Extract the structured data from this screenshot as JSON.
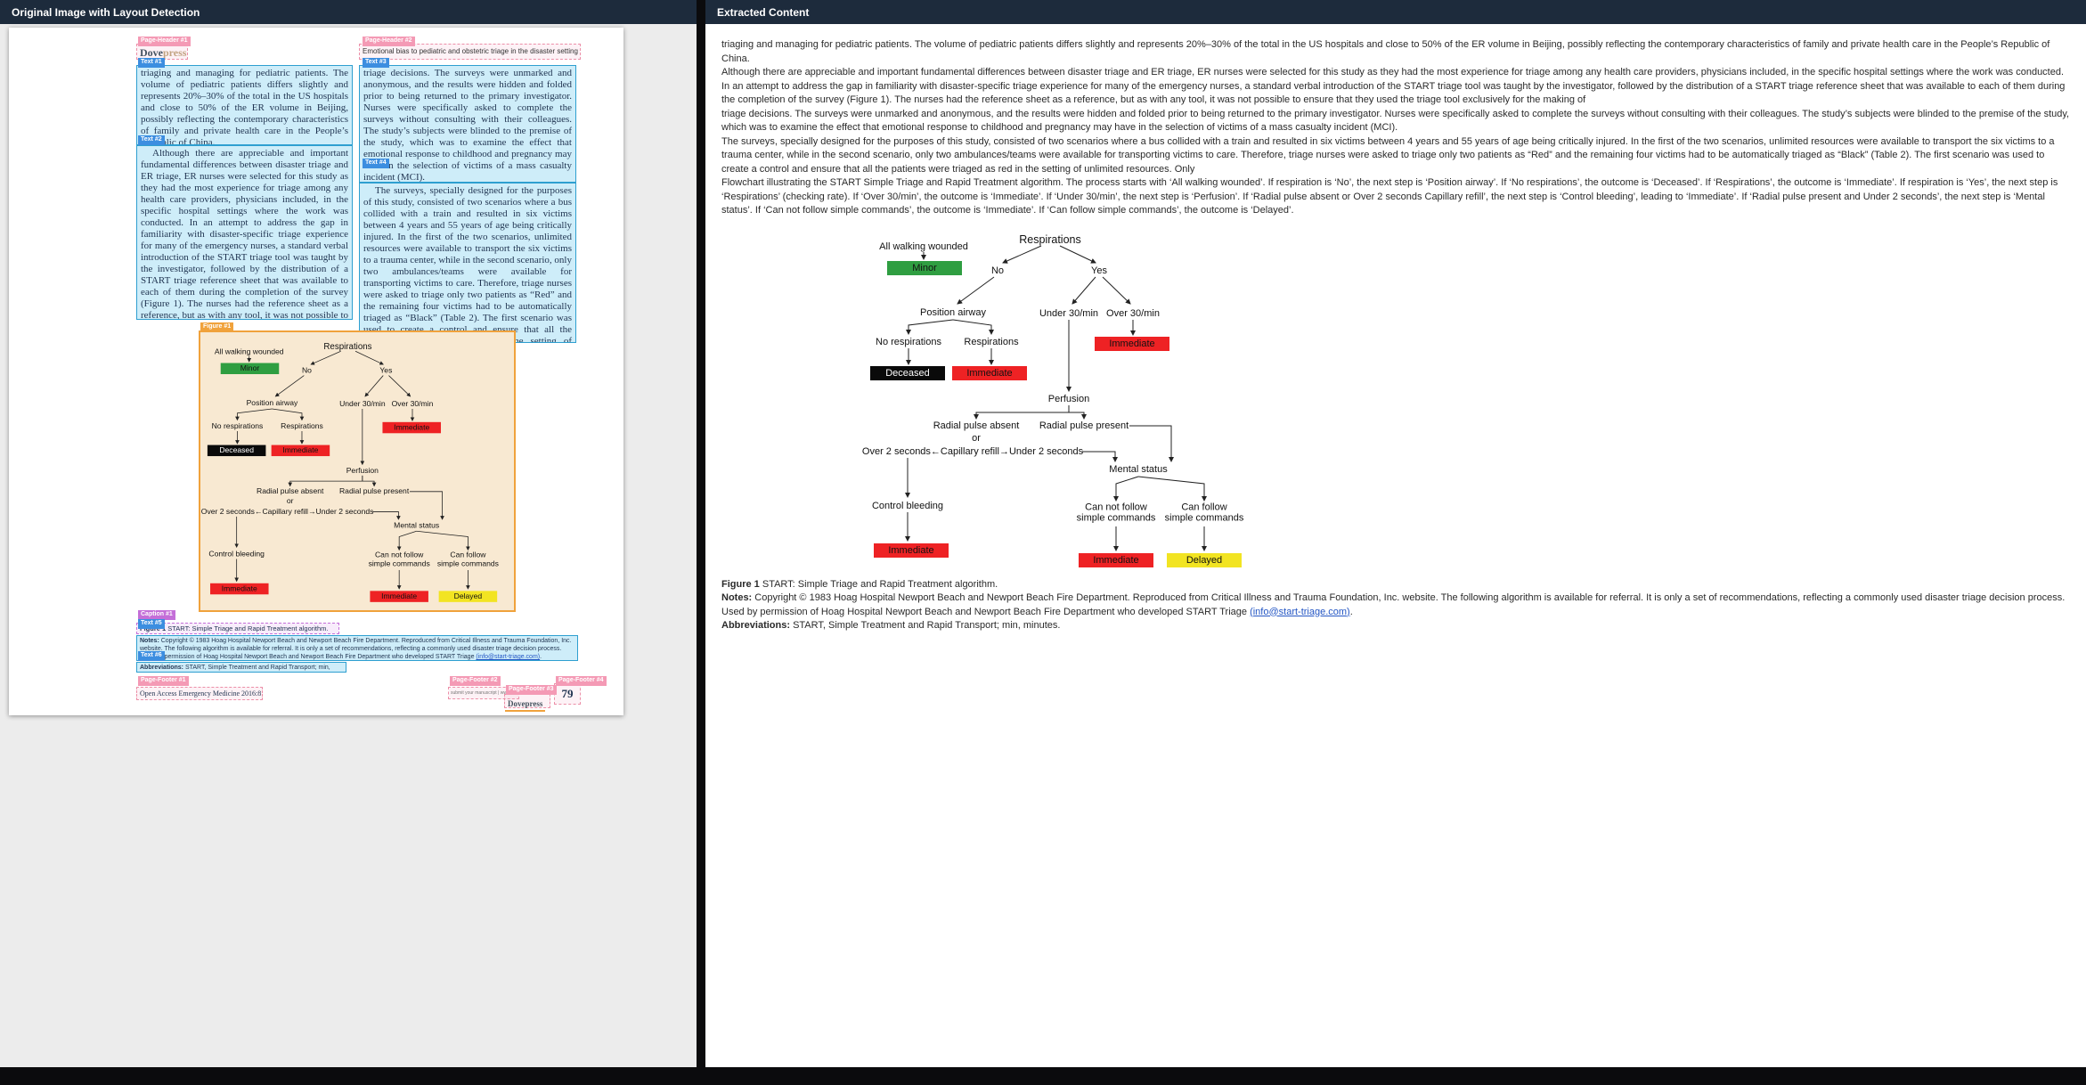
{
  "left_panel": {
    "title": "Original Image with Layout Detection",
    "badges": {
      "page_header_1": "Page-Header #1",
      "page_header_2": "Page-Header #2",
      "text_1": "Text #1",
      "text_2": "Text #2",
      "text_3": "Text #3",
      "text_4": "Text #4",
      "figure_1": "Figure #1",
      "caption_1": "Caption #1",
      "text_5": "Text #5",
      "text_6": "Text #6",
      "page_footer_1": "Page-Footer #1",
      "page_footer_2": "Page-Footer #2",
      "page_footer_3": "Page-Footer #3",
      "page_footer_4": "Page-Footer #4"
    },
    "region_colors": {
      "text": "#3c8ee0",
      "page_header_footer": "#f49ab5",
      "figure": "#f0a23c",
      "caption": "#c46fd8"
    }
  },
  "right_panel": {
    "title": "Extracted Content"
  },
  "doc": {
    "logo": {
      "dove": "Dove",
      "press": "press"
    },
    "running_head": "Emotional bias to pediatric and obstetric triage in the disaster setting",
    "p1": "triaging and managing for pediatric patients. The volume of pediatric patients differs slightly and represents 20%–30% of the total in the US hospitals and close to 50% of the ER volume in Beijing, possibly reflecting the contemporary characteristics of family and private health care in the People’s Republic of China.",
    "p2": "Although there are appreciable and important fundamental differences between disaster triage and ER triage, ER nurses were selected for this study as they had the most experience for triage among any health care providers, physicians included, in the specific hospital settings where the work was conducted. In an attempt to address the gap in familiarity with disaster-specific triage experience for many of the emergency nurses, a standard verbal introduction of the START triage tool was taught by the investigator, followed by the distribution of a START triage reference sheet that was available to each of them during the completion of the survey (Figure 1). The nurses had the reference sheet as a reference, but as with any tool, it was not possible to ensure that they used the triage tool exclusively for the making of",
    "p3": "triage decisions. The surveys were unmarked and anonymous, and the results were hidden and folded prior to being returned to the primary investigator. Nurses were specifically asked to complete the surveys without consulting with their colleagues. The study’s subjects were blinded to the premise of the study, which was to examine the effect that emotional response to childhood and pregnancy may have in the selection of victims of a mass casualty incident (MCI).",
    "p4": "The surveys, specially designed for the purposes of this study, consisted of two scenarios where a bus collided with a train and resulted in six victims between 4 years and 55 years of age being critically injured. In the first of the two scenarios, unlimited resources were available to transport the six victims to a trauma center, while in the second scenario, only two ambulances/teams were available for transporting victims to care. Therefore, triage nurses were asked to triage only two patients as “Red” and the remaining four victims had to be automatically triaged as “Black” (Table 2). The first scenario was used to create a control and ensure that all the patients were triaged as red in the setting of unlimited resources. Only",
    "flow_summary": "Flowchart illustrating the START Simple Triage and Rapid Treatment algorithm. The process starts with ‘All walking wounded’. If respiration is ‘No’, the next step is ‘Position airway’. If ‘No respirations’, the outcome is ‘Deceased’. If ‘Respirations’, the outcome is ‘Immediate’. If respiration is ‘Yes’, the next step is ‘Respirations’ (checking rate). If ‘Over 30/min’, the outcome is ‘Immediate’. If ‘Under 30/min’, the next step is ‘Perfusion’. If ‘Radial pulse absent or Over 2 seconds Capillary refill’, the next step is ‘Control bleeding’, leading to ‘Immediate’. If ‘Radial pulse present and Under 2 seconds’, the next step is ‘Mental status’. If ‘Can not follow simple commands’, the outcome is ‘Immediate’. If ‘Can follow simple commands’, the outcome is ‘Delayed’.",
    "caption": {
      "prefix": "Figure 1",
      "text": " START: Simple Triage and Rapid Treatment algorithm."
    },
    "notes": {
      "prefix": "Notes:",
      "before_link": " Copyright © 1983 Hoag Hospital Newport Beach and Newport Beach Fire Department. Reproduced from Critical Illness and Trauma Foundation, Inc. website. The following algorithm is available for referral. It is only a set of recommendations, reflecting a commonly used disaster triage decision process. Used by permission of Hoag Hospital Newport Beach and Newport Beach Fire Department who developed START Triage ",
      "link": "(info@start-triage.com)",
      "after_link": "."
    },
    "abbreviations": {
      "prefix": "Abbreviations:",
      "text": " START, Simple Treatment and Rapid Transport; min, minutes."
    },
    "footer": {
      "journal": "Open Access Emergency Medicine 2016:8",
      "submit": "submit your manuscript | www.dovepress.com",
      "logo": "Dovepress",
      "page_number": "79"
    }
  },
  "flowchart": {
    "nodes": {
      "respirations": "Respirations",
      "all_walking_wounded": "All walking wounded",
      "minor": "Minor",
      "no": "No",
      "yes": "Yes",
      "position_airway": "Position airway",
      "under_30": "Under 30/min",
      "over_30": "Over 30/min",
      "no_respirations": "No respirations",
      "respirations_2": "Respirations",
      "immediate": "Immediate",
      "deceased": "Deceased",
      "perfusion": "Perfusion",
      "radial_absent": "Radial pulse absent",
      "or": "or",
      "capillary": "Over 2 seconds←Capillary refill→Under 2 seconds",
      "radial_present": "Radial pulse present",
      "mental_status": "Mental status",
      "control_bleeding": "Control bleeding",
      "cannot_follow_1": "Can not follow",
      "cannot_follow_2": "simple commands",
      "can_follow_1": "Can follow",
      "can_follow_2": "simple commands",
      "delayed": "Delayed"
    },
    "colors": {
      "minor": "#2f9e41",
      "immediate": "#ee2224",
      "deceased": "#0a0a0a",
      "delayed": "#f2e422"
    }
  }
}
